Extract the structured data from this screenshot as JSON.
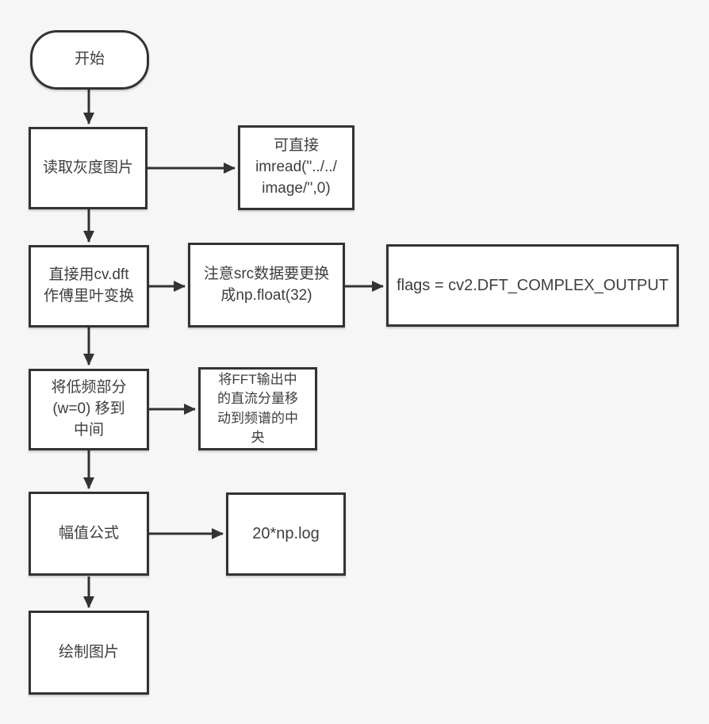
{
  "diagram": {
    "background": "#f6f6f6",
    "node_fill": "#ffffff",
    "line_color": "#333333",
    "text_color": "#3e3e3e",
    "nodes": {
      "start": {
        "label": "开始",
        "shape": "terminator"
      },
      "read_image": {
        "label": "读取灰度图片",
        "shape": "process"
      },
      "imread_note": {
        "label": "可直接\nimread(\"../../\nimage/'',0)",
        "shape": "process"
      },
      "dft": {
        "label": "直接用cv.dft\n作傅里叶变换",
        "shape": "process"
      },
      "src_note": {
        "label": "注意src数据要更换\n成np.float(32)",
        "shape": "process"
      },
      "flags_note": {
        "label": "flags = cv2.DFT_COMPLEX_OUTPUT",
        "shape": "process"
      },
      "shift_low_freq": {
        "label": "将低频部分\n(w=0) 移到\n中间",
        "shape": "process"
      },
      "fft_note": {
        "label": "将FFT输出中\n的直流分量移\n动到频谱的中\n央",
        "shape": "process"
      },
      "magnitude": {
        "label": "幅值公式",
        "shape": "process"
      },
      "log_note": {
        "label": "20*np.log",
        "shape": "process"
      },
      "draw_image": {
        "label": "绘制图片",
        "shape": "process"
      }
    },
    "edges": [
      {
        "from": "start",
        "to": "read_image"
      },
      {
        "from": "read_image",
        "to": "imread_note"
      },
      {
        "from": "read_image",
        "to": "dft"
      },
      {
        "from": "dft",
        "to": "src_note"
      },
      {
        "from": "src_note",
        "to": "flags_note"
      },
      {
        "from": "dft",
        "to": "shift_low_freq"
      },
      {
        "from": "shift_low_freq",
        "to": "fft_note"
      },
      {
        "from": "shift_low_freq",
        "to": "magnitude"
      },
      {
        "from": "magnitude",
        "to": "log_note"
      },
      {
        "from": "magnitude",
        "to": "draw_image"
      }
    ]
  }
}
